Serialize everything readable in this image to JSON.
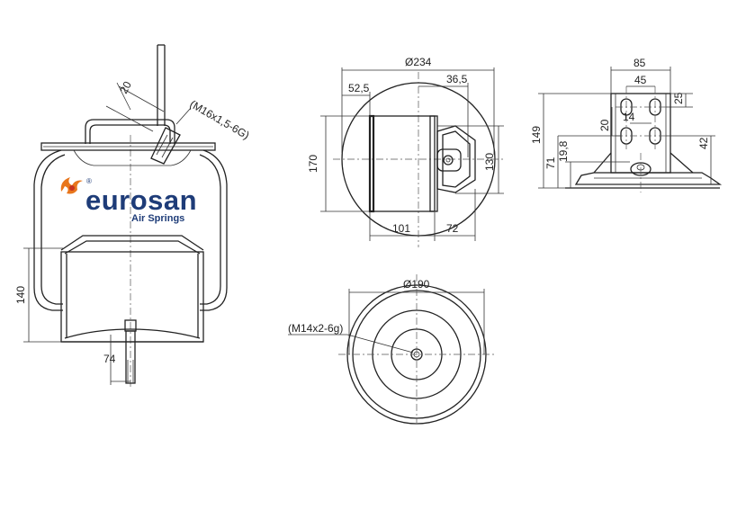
{
  "brand": {
    "name": "eurosan",
    "tagline": "Air Springs",
    "registered_mark": "®",
    "logo_icon": "flame-swirl-icon",
    "colors": {
      "wordmark": "#1e3c78",
      "mark_orange": "#e8761c",
      "mark_red": "#c8321e"
    }
  },
  "side_view": {
    "dims": {
      "bolt_offset": "20",
      "thread": "(M16x1,5-6G)",
      "height": "140",
      "stud": "74"
    }
  },
  "top_view": {
    "dims": {
      "diameter": "Ø234",
      "offset_left": "52,5",
      "offset_right": "36,5",
      "height_left": "170",
      "height_right": "130",
      "bottom_left": "101",
      "bottom_right": "72"
    }
  },
  "bracket_view": {
    "dims": {
      "width_outer": "85",
      "width_inner": "45",
      "hole_pitch": "14",
      "hole_vertical": "20",
      "right_upper": "25",
      "total_height": "149",
      "left_71": "71",
      "left_19": "19,8",
      "right_42": "42"
    }
  },
  "bottom_view": {
    "dims": {
      "diameter": "Ø190",
      "thread": "(M14x2-6g)"
    }
  }
}
